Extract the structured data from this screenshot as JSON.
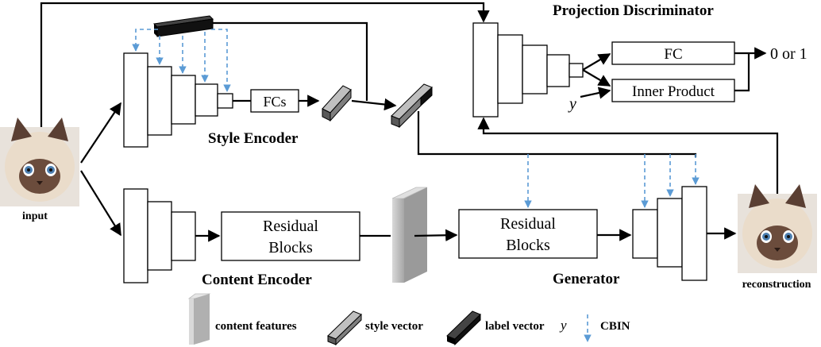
{
  "labels": {
    "projection_discriminator": "Projection Discriminator",
    "style_encoder": "Style Encoder",
    "content_encoder": "Content Encoder",
    "generator": "Generator",
    "fcs": "FCs",
    "fc": "FC",
    "inner_product": "Inner Product",
    "y": "y",
    "output": "0 or 1",
    "residual_blocks_1": "Residual",
    "residual_blocks_2": "Blocks",
    "input": "input",
    "reconstruction": "reconstruction"
  },
  "legend": {
    "content_features": "content features",
    "style_vector": "style vector",
    "label_vector": "label vector",
    "label_vector_symbol": "y",
    "cbin": "CBIN"
  },
  "colors": {
    "dashed_arrow": "#5b9bd5",
    "label_vector": "#111111",
    "style_vector": "#7f7f7f",
    "content_feature": "#c8c8c8",
    "cat_fur": "#e6d4c2",
    "cat_mask": "#5a3f33",
    "cat_eye": "#4d7fb0"
  },
  "icons": {
    "input_image": "cat-photo-icon",
    "reconstruction_image": "cat-photo-icon"
  }
}
